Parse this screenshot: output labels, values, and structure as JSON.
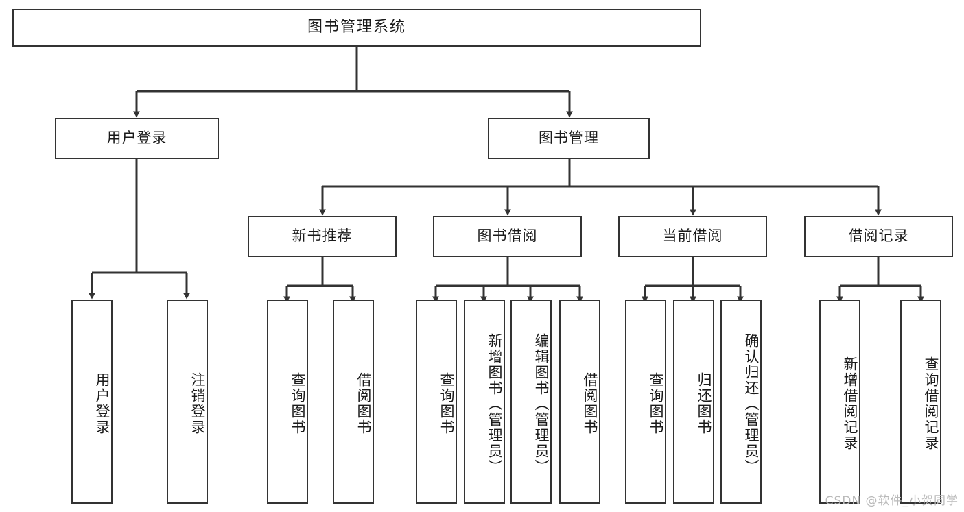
{
  "diagram": {
    "title": "图书管理系统",
    "type": "tree-hierarchy",
    "orientation": "top-down",
    "colors": {
      "box_border": "#333333",
      "box_fill": "#ffffff",
      "edge": "#333333",
      "text": "#1a1a1a",
      "watermark": "#b9b9b9",
      "background": "#ffffff"
    }
  },
  "watermark": {
    "text": "CSDN @软件_小贺同学"
  },
  "nodes": {
    "root": {
      "label": "图书管理系统"
    },
    "level2": [
      {
        "id": "user-login",
        "label": "用户登录"
      },
      {
        "id": "book-manage",
        "label": "图书管理"
      }
    ],
    "level3": [
      {
        "id": "new-book-recommend",
        "label": "新书推荐"
      },
      {
        "id": "book-borrow",
        "label": "图书借阅"
      },
      {
        "id": "current-borrow",
        "label": "当前借阅"
      },
      {
        "id": "borrow-record",
        "label": "借阅记录"
      }
    ],
    "leaves": {
      "user_login": [
        {
          "id": "leaf-user-login",
          "label": "用户登录"
        },
        {
          "id": "leaf-logout-login",
          "label": "注销登录"
        }
      ],
      "new_book_recommend": [
        {
          "id": "leaf-query-book-1",
          "label": "查询图书"
        },
        {
          "id": "leaf-borrow-book-1",
          "label": "借阅图书"
        }
      ],
      "book_borrow": [
        {
          "id": "leaf-query-book-2",
          "label": "查询图书"
        },
        {
          "id": "leaf-add-book",
          "label": "新增图书（管理员）"
        },
        {
          "id": "leaf-edit-book",
          "label": "编辑图书（管理员）"
        },
        {
          "id": "leaf-borrow-book-2",
          "label": "借阅图书"
        }
      ],
      "current_borrow": [
        {
          "id": "leaf-query-book-3",
          "label": "查询图书"
        },
        {
          "id": "leaf-return-book",
          "label": "归还图书"
        },
        {
          "id": "leaf-confirm-return",
          "label": "确认归还（管理员）"
        }
      ],
      "borrow_record": [
        {
          "id": "leaf-add-record",
          "label": "新增借阅记录"
        },
        {
          "id": "leaf-query-record",
          "label": "查询借阅记录"
        }
      ]
    }
  }
}
